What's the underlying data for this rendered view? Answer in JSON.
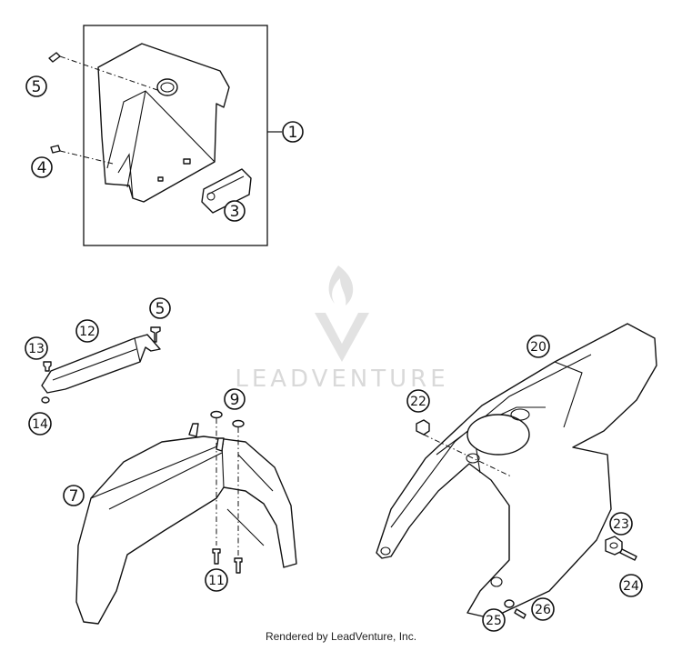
{
  "watermark": {
    "text": "LEADVENTURE"
  },
  "footer": {
    "credit": "Rendered by LeadVenture, Inc."
  },
  "callouts": {
    "c1": "1",
    "c3": "3",
    "c4": "4",
    "c5a": "5",
    "c5b": "5",
    "c7": "7",
    "c9": "9",
    "c11": "11",
    "c12": "12",
    "c13": "13",
    "c14": "14",
    "c20": "20",
    "c22": "22",
    "c23": "23",
    "c24": "24",
    "c25": "25",
    "c26": "26"
  },
  "colors": {
    "line": "#111111",
    "watermark": "#d9d9d9",
    "background": "#ffffff"
  }
}
